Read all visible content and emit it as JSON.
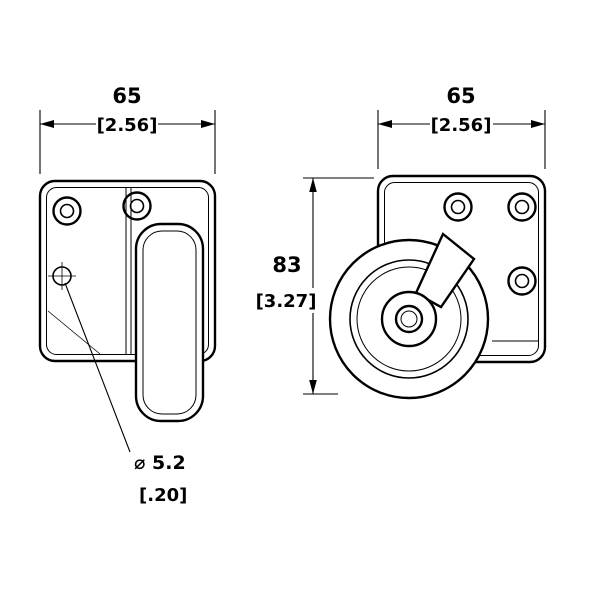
{
  "drawing": {
    "background_color": "#ffffff",
    "line_color": "#000000",
    "dimensions": {
      "width_left": {
        "mm": "65",
        "inch": "[2.56]"
      },
      "width_right": {
        "mm": "65",
        "inch": "[2.56]"
      },
      "height": {
        "mm": "83",
        "inch": "[3.27]"
      },
      "hole": {
        "diameter": "⌀ 5.2",
        "inch": "[.20]"
      }
    }
  }
}
